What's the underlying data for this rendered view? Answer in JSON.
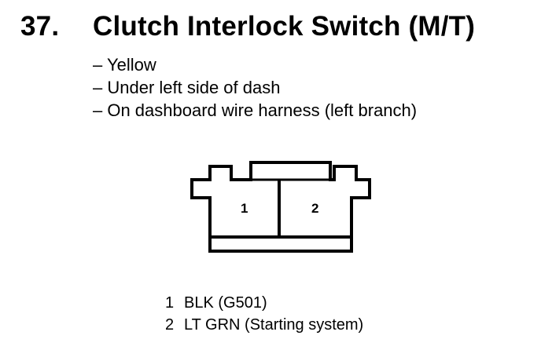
{
  "title": {
    "number": "37.",
    "text": "Clutch Interlock Switch (M/T)"
  },
  "notes": [
    "– Yellow",
    "– Under left side of dash",
    "– On dashboard wire harness (left branch)"
  ],
  "connector": {
    "pins": [
      "1",
      "2"
    ]
  },
  "legend": [
    {
      "pin": "1",
      "desc": "BLK (G501)"
    },
    {
      "pin": "2",
      "desc": "LT GRN (Starting system)"
    }
  ]
}
